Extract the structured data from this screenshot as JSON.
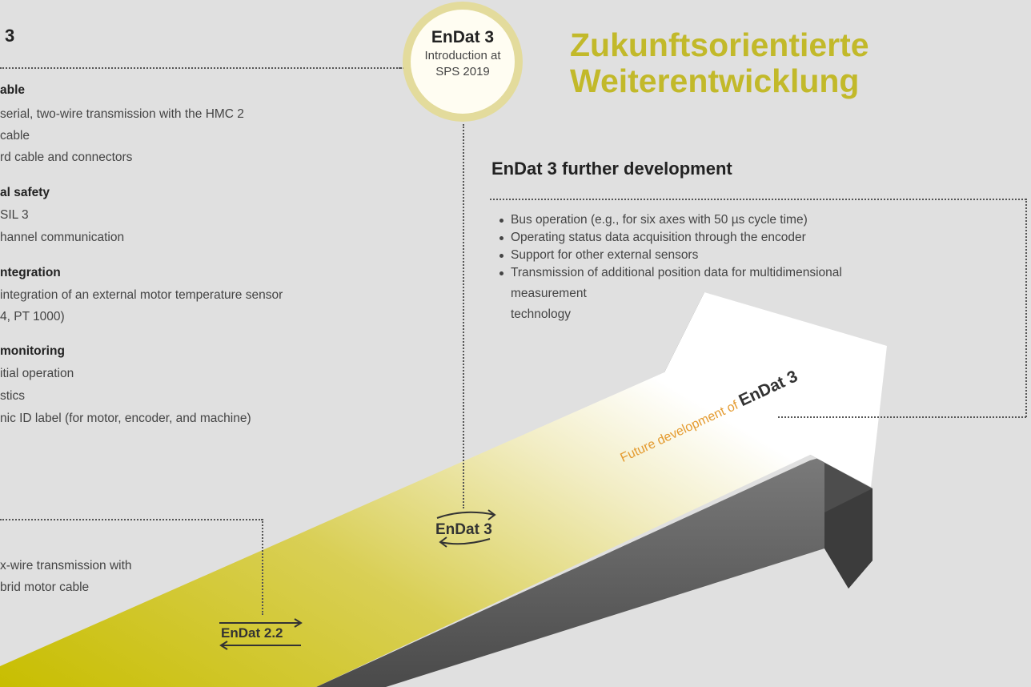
{
  "left_panel": {
    "title": "3",
    "sections": [
      {
        "heading": "able",
        "lines": [
          "serial, two-wire transmission with the HMC 2",
          "cable",
          "rd cable and connectors"
        ]
      },
      {
        "heading": "al safety",
        "lines": [
          "SIL 3",
          "hannel communication"
        ]
      },
      {
        "heading": "ntegration",
        "lines": [
          "integration of an external motor temperature sensor",
          "4, PT 1000)"
        ]
      },
      {
        "heading": "monitoring",
        "lines": [
          "itial operation",
          "stics",
          "nic ID label (for motor, encoder, and machine)"
        ]
      }
    ]
  },
  "bottom_left": {
    "lines": [
      "x-wire transmission with",
      "brid motor cable"
    ]
  },
  "milestone": {
    "title": "EnDat 3",
    "subtitle_line1": "Introduction at",
    "subtitle_line2": "SPS 2019"
  },
  "headline": {
    "line1": "Zukunftsorientierte",
    "line2": "Weiterentwicklung"
  },
  "right_panel": {
    "title": "EnDat 3 further development",
    "bullets": [
      "Bus operation (e.g., for six axes with 50 µs cycle time)",
      "Operating status data acquisition through the encoder",
      "Support for other external sensors",
      "Transmission of additional position data for multidimensional"
    ],
    "continuation_lines": [
      "measurement",
      "technology"
    ]
  },
  "arrow": {
    "caption_prefix": "Future development of ",
    "caption_brand": "EnDat 3"
  },
  "logos": {
    "endat3_word": "EnDat",
    "endat3_num": "3",
    "endat22_word": "EnDat",
    "endat22_num": "2.2"
  },
  "colors": {
    "accent": "#c2b92a",
    "circle_ring": "#e3db9c",
    "arrow_yellow": "#c8be00",
    "arrow_gray": "#5c5c5c",
    "background": "#e0e0e0",
    "caption_orange": "#e49a2e"
  }
}
